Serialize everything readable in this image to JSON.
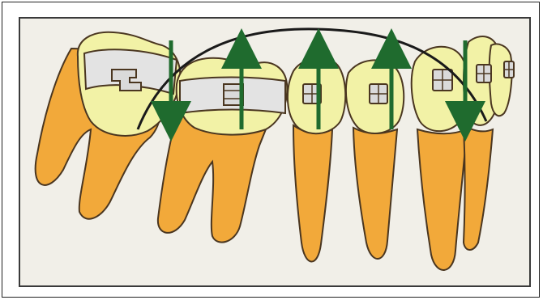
{
  "colors": {
    "background": "#FFFFFF",
    "panel": "#F1EFE8",
    "panel_border": "#3A3A3A",
    "root_fill": "#F2A93A",
    "crown_fill": "#F2F2A6",
    "outline": "#4A3620",
    "band_fill": "#E3E3E3",
    "bracket_fill": "#DADADA",
    "archwire": "#1A1A1A",
    "force_arrow": "#1F6B2E"
  },
  "figure": {
    "subject": "orthodontic-appliance-on-teeth",
    "teeth": [
      "molar",
      "molar",
      "premolar",
      "premolar",
      "canine",
      "incisor"
    ],
    "force_arrows": [
      {
        "tooth": "molar-1",
        "direction": "down"
      },
      {
        "tooth": "molar-2",
        "direction": "up"
      },
      {
        "tooth": "premolar-1",
        "direction": "up"
      },
      {
        "tooth": "premolar-2",
        "direction": "up"
      },
      {
        "tooth": "canine",
        "direction": "down"
      }
    ],
    "archwire_shape": "arch"
  }
}
